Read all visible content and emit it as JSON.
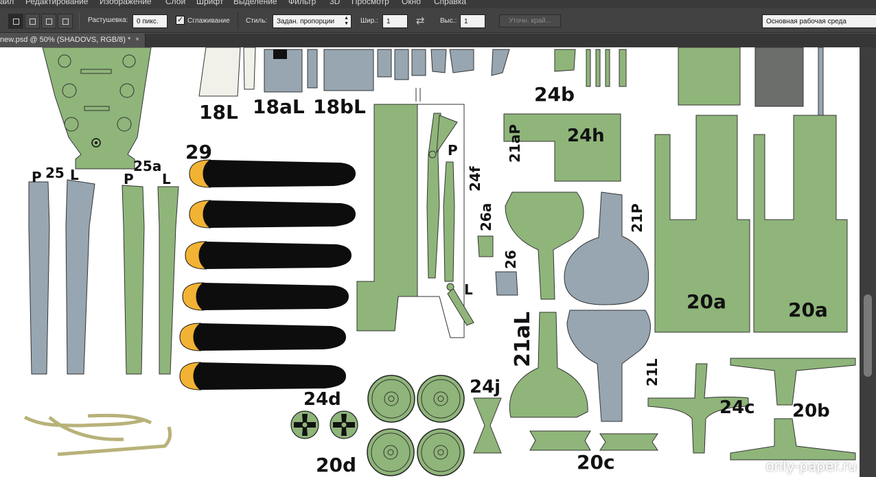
{
  "menu": [
    "айл",
    "Редактирование",
    "Изображение",
    "Слои",
    "Шрифт",
    "Выделение",
    "Фильтр",
    "3D",
    "Просмотр",
    "Окно",
    "Справка"
  ],
  "options": {
    "feather_label": "Растушевка:",
    "feather_value": "0 пикс.",
    "antialias_label": "Сглаживание",
    "antialias_checked": "✓",
    "style_label": "Стиль:",
    "style_value": "Задан. пропорции",
    "width_label": "Шир.:",
    "width_value": "1",
    "height_label": "Выс.:",
    "height_value": "1",
    "refine_edge": "Уточн. край...",
    "workspace": "Основная рабочая среда"
  },
  "document_tab": {
    "title": "new.psd @ 50% (SHADOVS, RGB/8) *",
    "close": "×"
  },
  "part_labels": {
    "l18L": "18L",
    "l18aL": "18aL",
    "l18bL": "18bL",
    "l24b": "24b",
    "l24h": "24h",
    "l21aP": "21aP",
    "l24f": "24f",
    "P1": "P",
    "L1": "L",
    "l26a": "26a",
    "l26": "26",
    "l21P": "21P",
    "l29": "29",
    "l25": "25",
    "P25": "P",
    "L25": "L",
    "l25a": "25a",
    "P25a": "P",
    "L25a": "L",
    "l20a1": "20a",
    "l20a2": "20a",
    "l21aL": "21aL",
    "l21L": "21L",
    "l24d": "24d",
    "l24j": "24j",
    "l20d": "20d",
    "l24c": "24c",
    "l20b": "20b",
    "l20c": "20c"
  },
  "colors": {
    "green": "#8fb57a",
    "green_dark": "#6f955c",
    "grey_blue": "#97a6b1",
    "black": "#0d0d0d",
    "yellow": "#f2b233",
    "white_part": "#f1f1ea",
    "dark_grey": "#6b6e6a"
  },
  "watermark": "only-paper.ru"
}
